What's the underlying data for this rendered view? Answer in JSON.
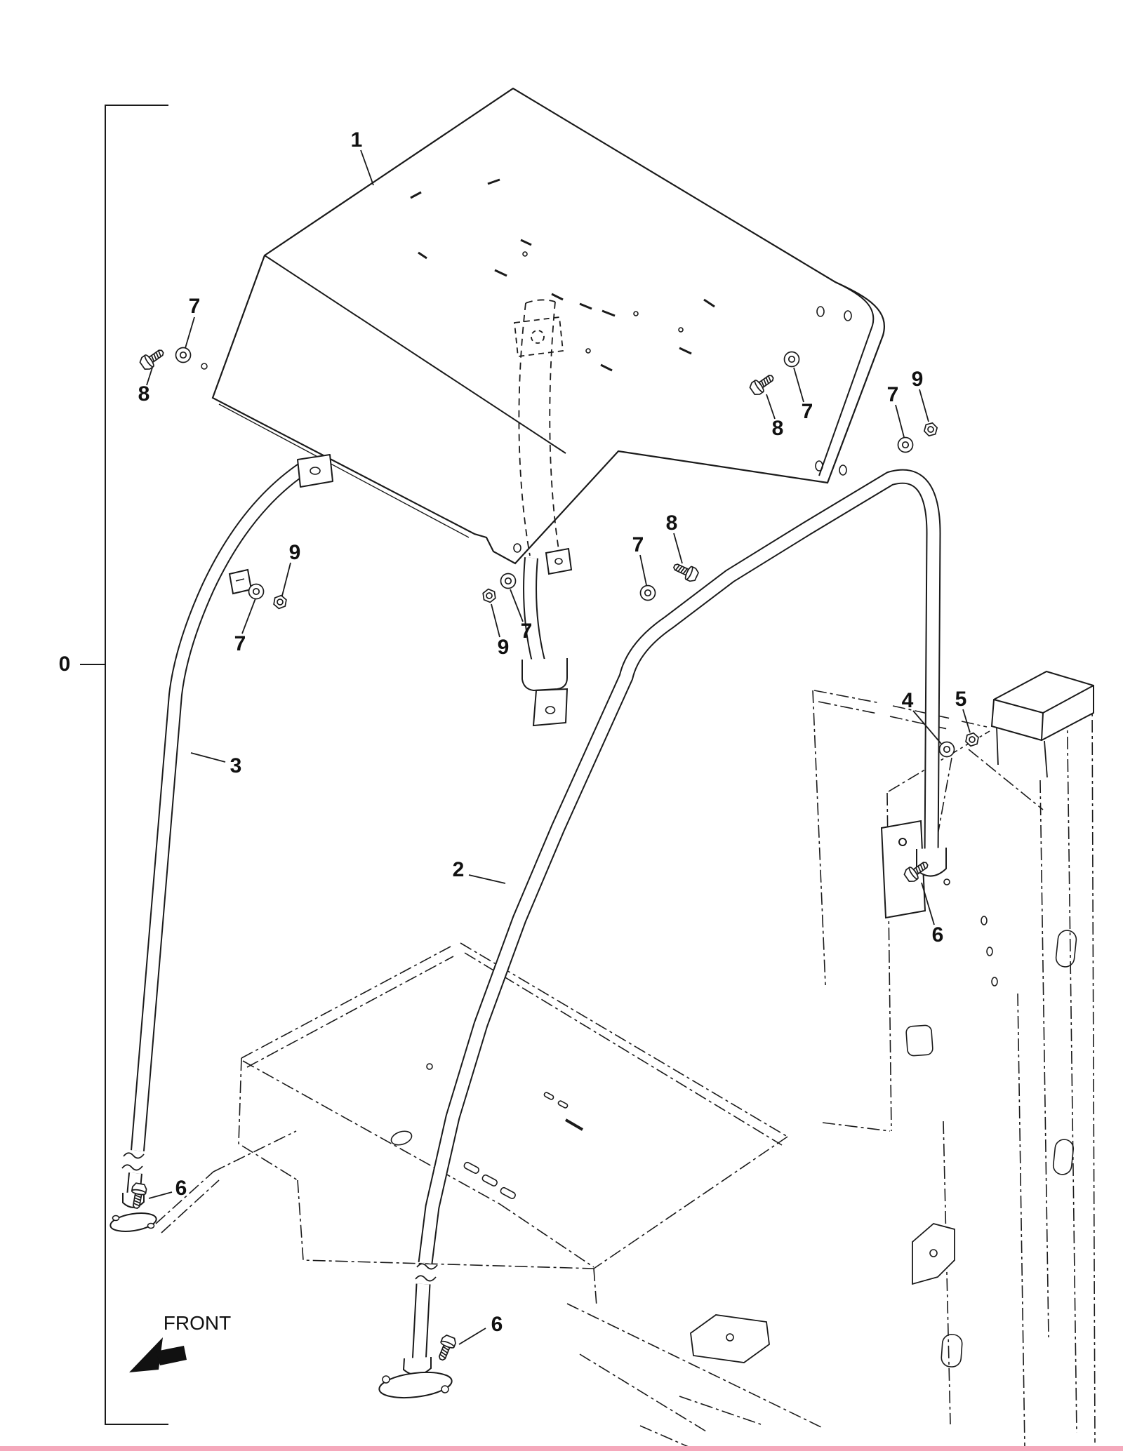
{
  "diagram": {
    "front_label": "FRONT",
    "callouts": {
      "c0": {
        "label": "0"
      },
      "c1": {
        "label": "1"
      },
      "c2": {
        "label": "2"
      },
      "c3": {
        "label": "3"
      },
      "c4": {
        "label": "4"
      },
      "c5": {
        "label": "5"
      },
      "c6a": {
        "label": "6"
      },
      "c6b": {
        "label": "6"
      },
      "c6c": {
        "label": "6"
      },
      "c7a": {
        "label": "7"
      },
      "c7b": {
        "label": "7"
      },
      "c7c": {
        "label": "7"
      },
      "c7d": {
        "label": "7"
      },
      "c7e": {
        "label": "7"
      },
      "c7f": {
        "label": "7"
      },
      "c8a": {
        "label": "8"
      },
      "c8b": {
        "label": "8"
      },
      "c8c": {
        "label": "8"
      },
      "c9a": {
        "label": "9"
      },
      "c9b": {
        "label": "9"
      },
      "c9c": {
        "label": "9"
      }
    },
    "colors": {
      "line": "#1a1a1a",
      "background": "#ffffff",
      "bottom_strip": "#f5a9bc"
    }
  }
}
